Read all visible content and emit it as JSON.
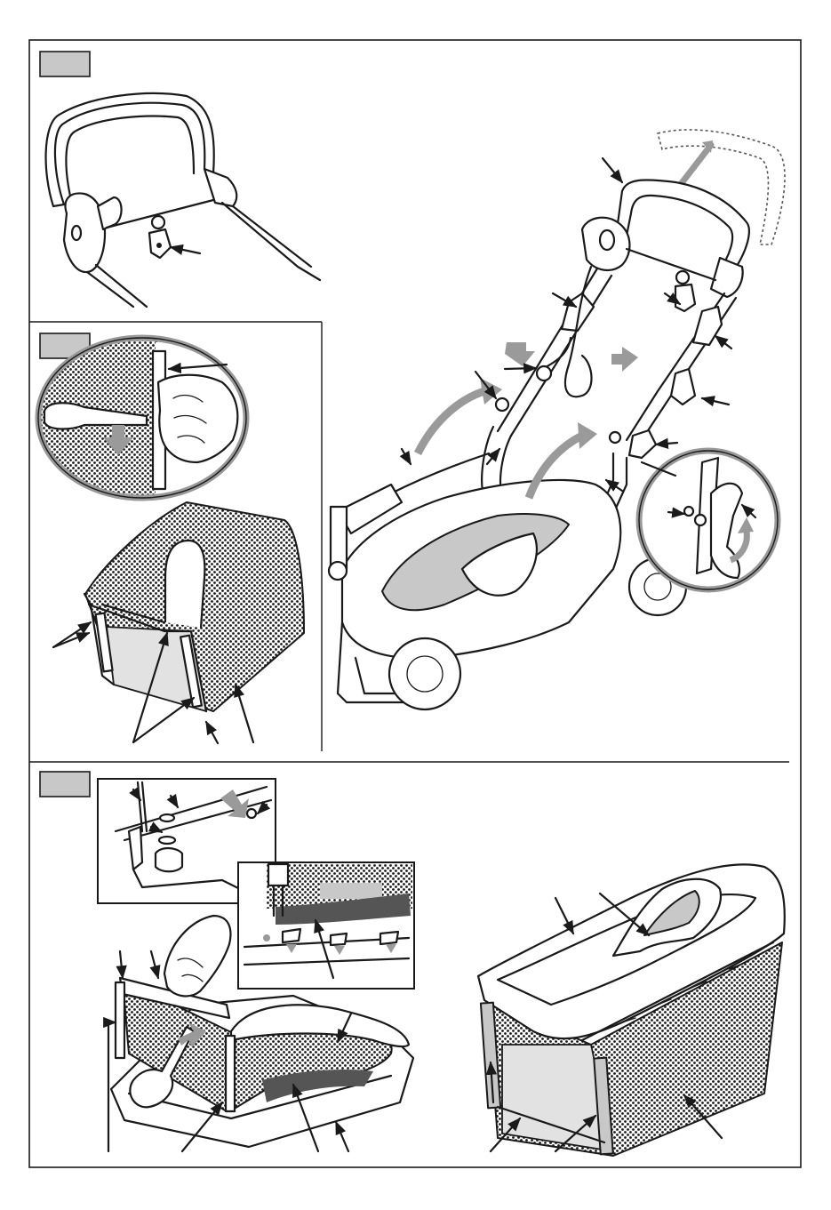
{
  "figure": {
    "panels": [
      {
        "id": "panel-1",
        "label": ""
      },
      {
        "id": "panel-2",
        "label": ""
      },
      {
        "id": "panel-3",
        "label": ""
      }
    ],
    "colors": {
      "line": "#1a1a1a",
      "label_box": "#c8c8c8",
      "motion_arrow": "#9a9a9a",
      "mesh_dot": "#1a1a1a",
      "background": "#ffffff"
    },
    "icons": [
      "lawnmower",
      "handle-bar",
      "cable-clip",
      "quick-release-lever",
      "grass-catcher",
      "screwdriver",
      "hand"
    ]
  }
}
